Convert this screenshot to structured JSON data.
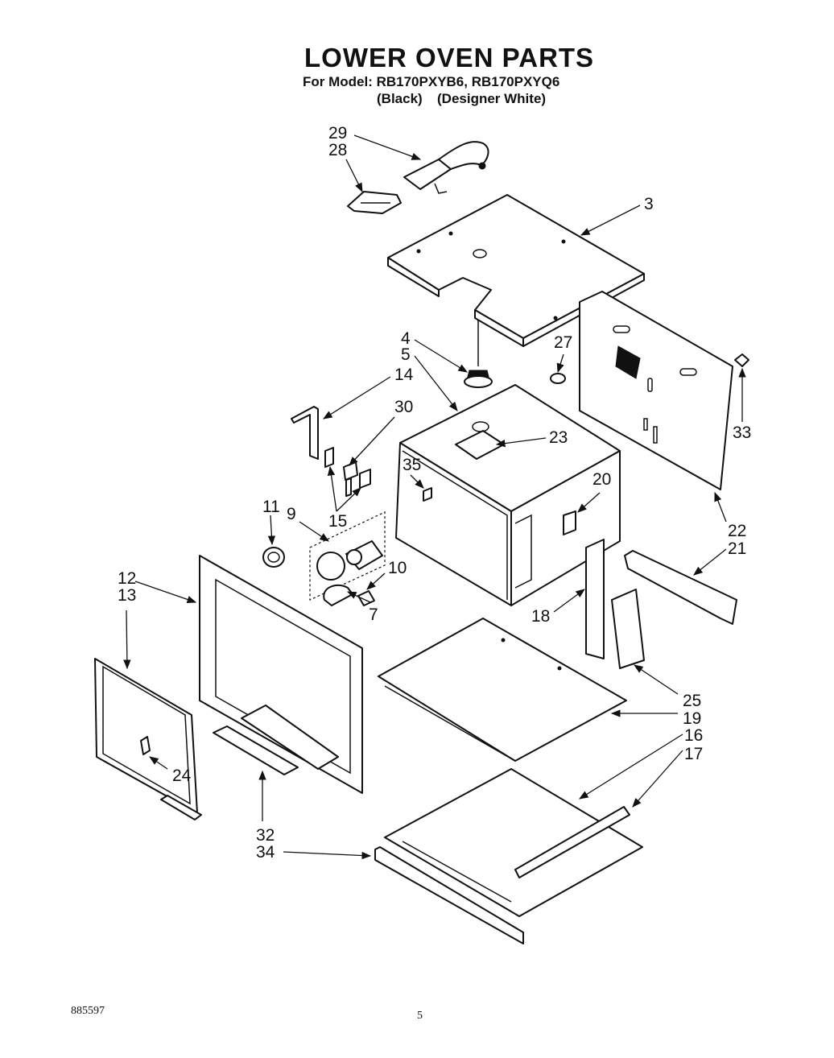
{
  "header": {
    "title": "LOWER OVEN PARTS",
    "model_line": "For Model: RB170PXYB6, RB170PXYQ6",
    "color_black": "(Black)",
    "color_white": "(Designer White)"
  },
  "callouts": [
    "29",
    "28",
    "3",
    "27",
    "4",
    "5",
    "14",
    "30",
    "33",
    "23",
    "35",
    "20",
    "11",
    "9",
    "15",
    "22",
    "21",
    "10",
    "12",
    "13",
    "18",
    "7",
    "25",
    "19",
    "16",
    "17",
    "24",
    "32",
    "34"
  ],
  "footer": {
    "doc_number": "885597",
    "page_number": "5"
  }
}
